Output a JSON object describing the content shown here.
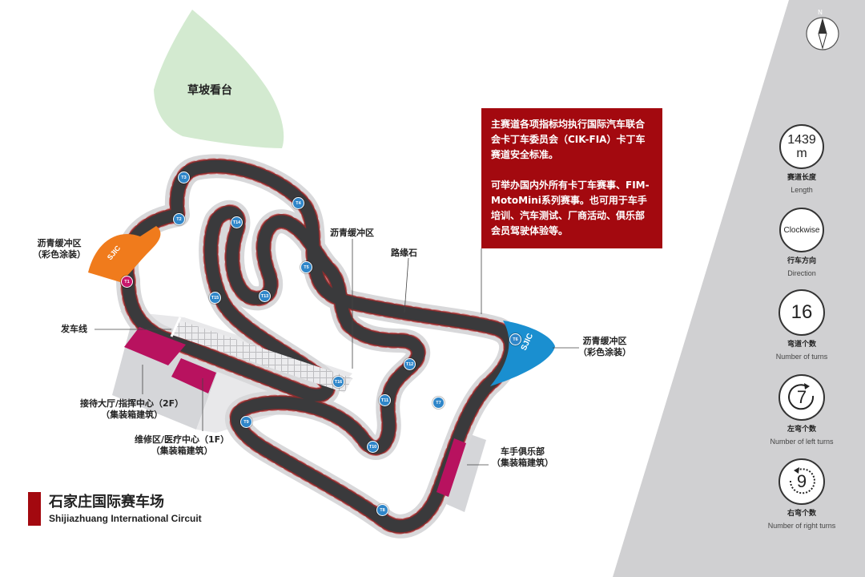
{
  "title": {
    "zh": "石家庄国际赛车场",
    "en": "Shijiazhuang International Circuit"
  },
  "compass": {
    "north": "N"
  },
  "grass_stand": "草坡看台",
  "info": {
    "para1": "主赛道各项指标均执行国际汽车联合会卡丁车委员会（CIK-FIA）卡丁车赛道安全标准。",
    "para2": "可举办国内外所有卡丁车赛事、FIM-MotoMini系列赛事。也可用于车手培训、汽车测试、厂商活动、俱乐部会员驾驶体验等。"
  },
  "labels": {
    "runoff_left_1": "沥青缓冲区",
    "runoff_left_2": "（彩色涂装）",
    "runoff_mid": "沥青缓冲区",
    "kerb": "路缘石",
    "runoff_right_1": "沥青缓冲区",
    "runoff_right_2": "（彩色涂装）",
    "start_line": "发车线",
    "reception_1": "接待大厅/指挥中心（2F）",
    "reception_2": "（集装箱建筑）",
    "repair_1": "维修区/医疗中心（1F）",
    "repair_2": "（集装箱建筑）",
    "club_1": "车手俱乐部",
    "club_2": "（集装箱建筑）"
  },
  "runoff_paint": {
    "left": "SJIC",
    "right": "SJIC"
  },
  "turn_markers": [
    "T1",
    "T2",
    "T3",
    "T4",
    "T5",
    "T6",
    "T7",
    "T8",
    "T9",
    "T10",
    "T11",
    "T12",
    "T13",
    "T14",
    "T15",
    "T16"
  ],
  "stats": [
    {
      "value": "1439 m",
      "zh": "赛道长度",
      "en": "Length"
    },
    {
      "value": "Clockwise",
      "zh": "行车方向",
      "en": "Direction"
    },
    {
      "value": "16",
      "zh": "弯道个数",
      "en": "Number of turns"
    },
    {
      "value": "7",
      "zh": "左弯个数",
      "en": "Number of left turns"
    },
    {
      "value": "9",
      "zh": "右弯个数",
      "en": "Number of right turns"
    }
  ],
  "colors": {
    "brand_red": "#a3090f",
    "grass": "#d3ead0",
    "track": "#3a3a3c",
    "runoff_grey": "#d8d8da",
    "building_magenta": "#b8125f",
    "runoff_orange": "#f07b1c",
    "runoff_blue": "#1a8fd0",
    "turn_marker": "#2f86c9",
    "turn_marker_start": "#c8176b",
    "panel_grey": "#d0d0d2"
  }
}
